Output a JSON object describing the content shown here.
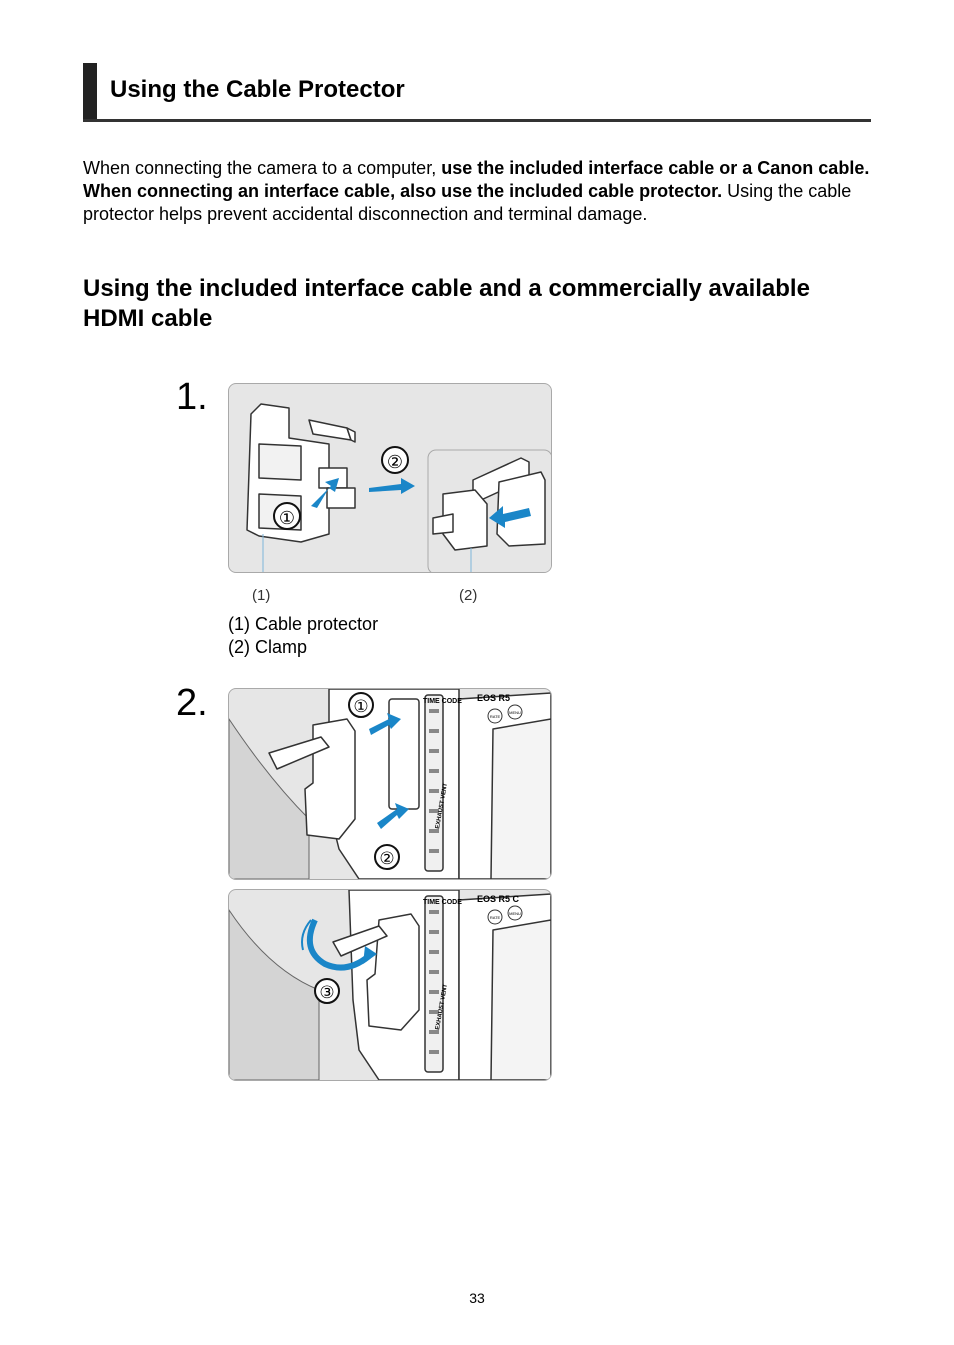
{
  "section": {
    "title": "Using the Cable Protector"
  },
  "intro": {
    "p1_plain": "When connecting the camera to a computer, ",
    "p1_bold": "use the included interface cable or a Canon cable.",
    "p2_bold": "When connecting an interface cable, also use the included cable protector.",
    "p2_plain": " Using the cable protector helps prevent accidental disconnection and terminal damage."
  },
  "subsection": {
    "title": "Using the included interface cable and a commercially available HDMI cable"
  },
  "steps": [
    {
      "number": "1.",
      "figure": {
        "markers": [
          "①",
          "②"
        ],
        "callouts": [
          "(1)",
          "(2)"
        ],
        "legend": [
          "(1) Cable protector",
          "(2) Clamp"
        ]
      }
    },
    {
      "number": "2.",
      "figure_a": {
        "markers": [
          "①",
          "②"
        ],
        "labels": [
          "TIME CODE",
          "EOS R5",
          "RATE",
          "MENU",
          "EXHAUST VENT"
        ]
      },
      "figure_b": {
        "markers": [
          "③"
        ],
        "labels": [
          "TIME CODE",
          "EOS R5 C",
          "RATE",
          "MENU",
          "EXHAUST VENT"
        ]
      }
    }
  ],
  "colors": {
    "arrow": "#1a86c8",
    "figure_bg": "#e6e6e6",
    "callout_line": "#7fb6da"
  },
  "footer": {
    "page_number": "33"
  }
}
